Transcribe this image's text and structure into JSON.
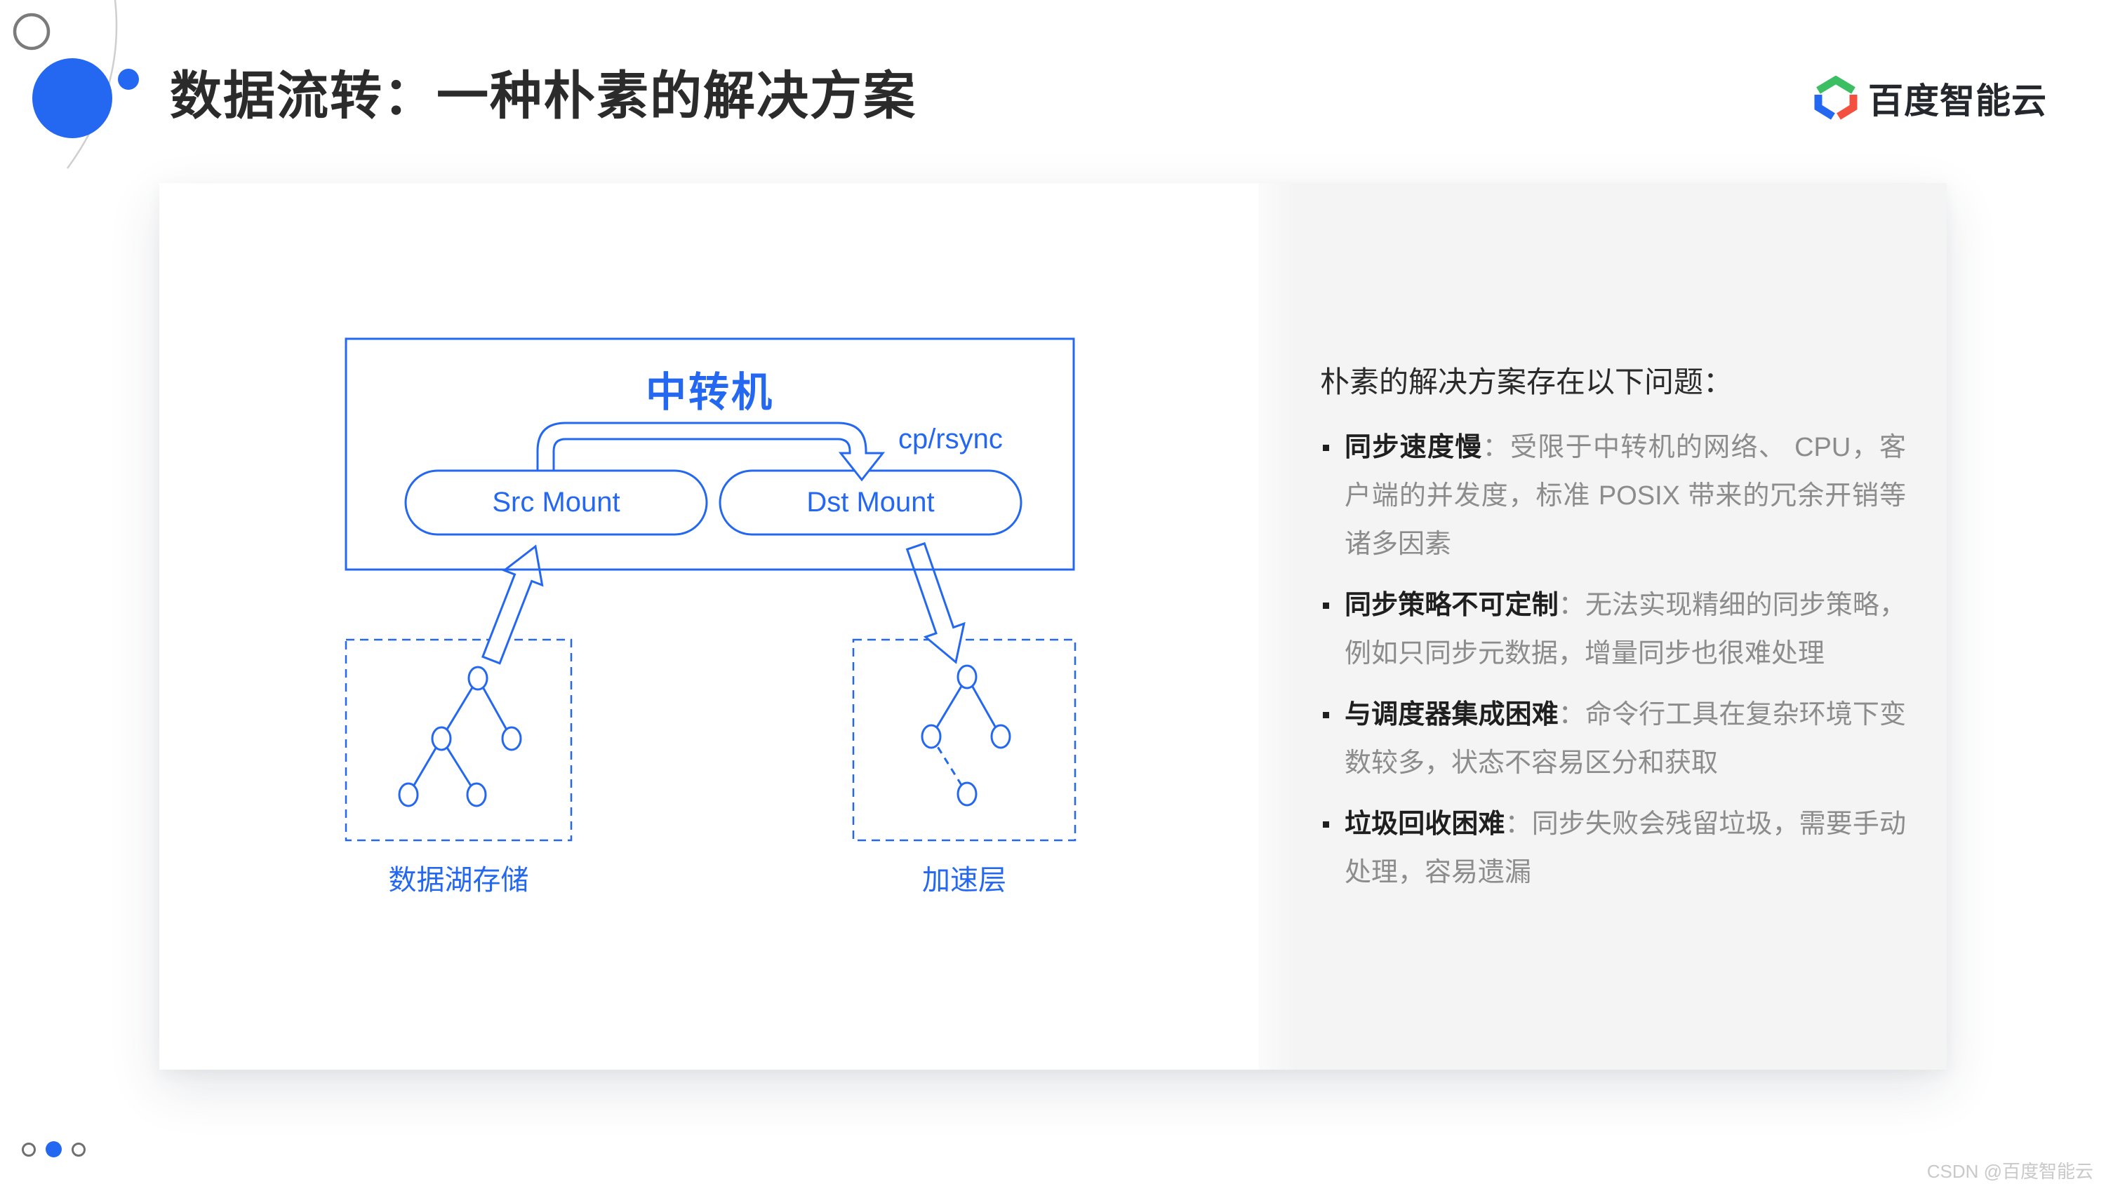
{
  "page": {
    "title": "数据流转：一种朴素的解决方案",
    "brand": "百度智能云",
    "watermark": "CSDN @百度智能云"
  },
  "colors": {
    "blue": "#2468F2",
    "panel-bg": "#F4F4F5",
    "heading": "#2B2B2B",
    "btitle": "#1F1F1F",
    "btext": "#8C8C8C",
    "title": "#2B2B2B",
    "logo-text": "#24272C",
    "logo-green": "#3CBE63",
    "logo-red": "#F4503F",
    "watermark": "#C9C9C9",
    "dot-gray": "#6F6F6F",
    "deco-gray": "#7B7B7B",
    "arc-gray": "#CFCFCF"
  },
  "diagram": {
    "transfer_box_title": "中转机",
    "src_mount": "Src Mount",
    "dst_mount": "Dst Mount",
    "arrow_label": "cp/rsync",
    "left_box_label": "数据湖存储",
    "right_box_label": "加速层"
  },
  "panel": {
    "heading": "朴素的解决方案存在以下问题：",
    "bullets": [
      {
        "title": "同步速度慢",
        "desc": "：受限于中转机的网络、 CPU，客户端的并发度，标准 POSIX 带来的冗余开销等诸多因素"
      },
      {
        "title": "同步策略不可定制",
        "desc": "：无法实现精细的同步策略，例如只同步元数据，增量同步也很难处理"
      },
      {
        "title": "与调度器集成困难",
        "desc": "：命令行工具在复杂环境下变数较多，状态不容易区分和获取"
      },
      {
        "title": "垃圾回收困难",
        "desc": "：同步失败会残留垃圾，需要手动处理，容易遗漏"
      }
    ]
  },
  "pagination": {
    "active_index": 1,
    "count": 3
  }
}
